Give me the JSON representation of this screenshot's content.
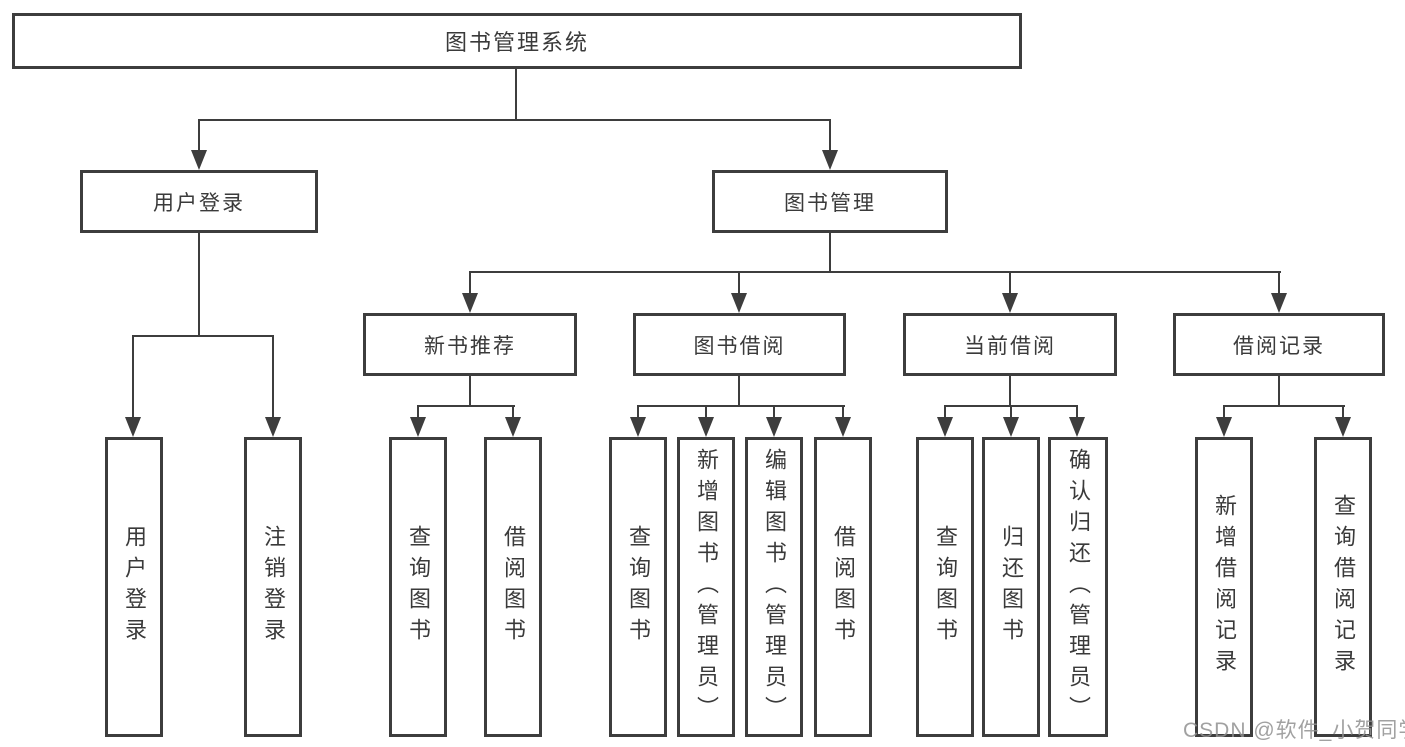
{
  "colors": {
    "line": "#3d3d3d",
    "text": "#3a3a3a",
    "background": "#ffffff",
    "watermark": "#919191"
  },
  "tree": {
    "label": "图书管理系统",
    "children": [
      {
        "label": "用户登录",
        "children": [
          {
            "label": "用户登录"
          },
          {
            "label": "注销登录"
          }
        ]
      },
      {
        "label": "图书管理",
        "children": [
          {
            "label": "新书推荐",
            "children": [
              {
                "label": "查询图书"
              },
              {
                "label": "借阅图书"
              }
            ]
          },
          {
            "label": "图书借阅",
            "children": [
              {
                "label": "查询图书"
              },
              {
                "label": "新增图书（管理员）"
              },
              {
                "label": "编辑图书（管理员）"
              },
              {
                "label": "借阅图书"
              }
            ]
          },
          {
            "label": "当前借阅",
            "children": [
              {
                "label": "查询图书"
              },
              {
                "label": "归还图书"
              },
              {
                "label": "确认归还（管理员）"
              }
            ]
          },
          {
            "label": "借阅记录",
            "children": [
              {
                "label": "新增借阅记录"
              },
              {
                "label": "查询借阅记录"
              }
            ]
          }
        ]
      }
    ]
  },
  "watermark": {
    "text": "CSDN @软件_小贺同学"
  }
}
